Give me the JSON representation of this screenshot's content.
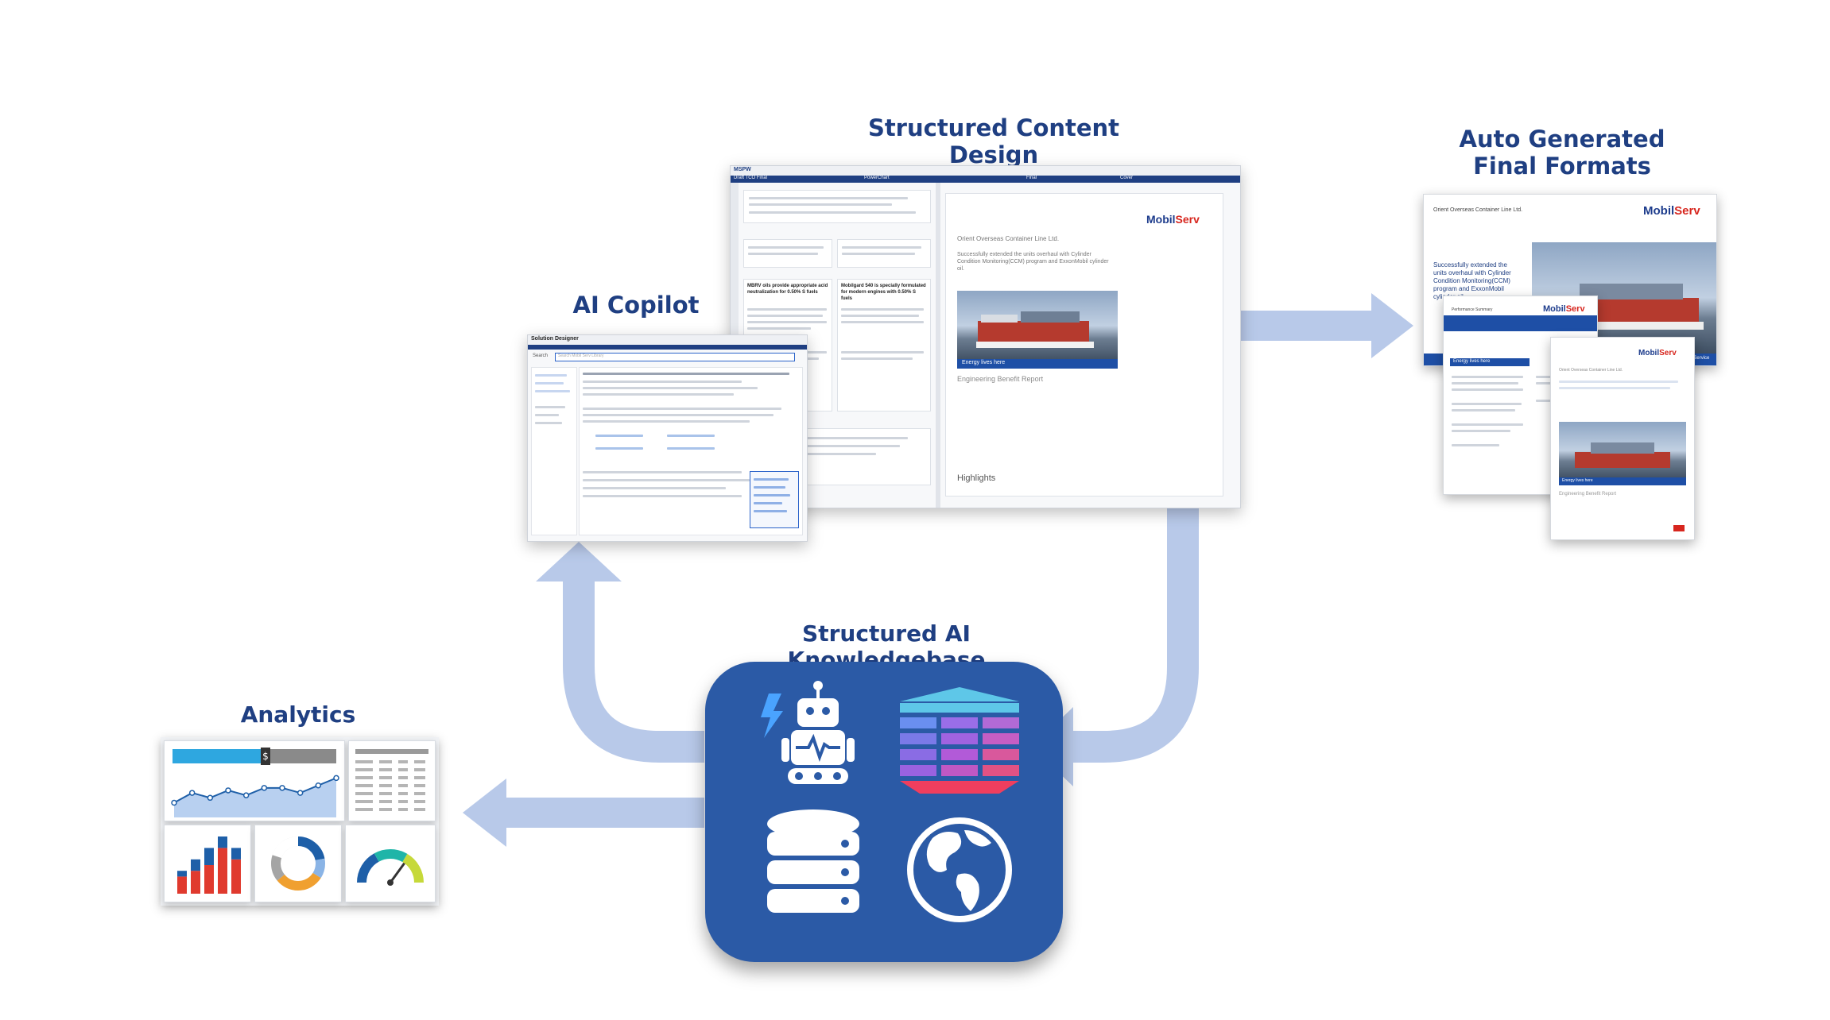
{
  "headings": {
    "structured_content_design": "Structured Content Design",
    "auto_generated_line1": "Auto Generated",
    "auto_generated_line2": "Final Formats",
    "ai_copilot": "AI Copilot",
    "knowledgebase": "Structured AI Knowledgebase",
    "analytics": "Analytics"
  },
  "colors": {
    "heading": "#1f3f82",
    "arrow": "#b8c9e9",
    "kb_box": "#2b5aa6",
    "brand_blue": "#1d3c8c",
    "brand_red": "#d7261e"
  },
  "editor_window": {
    "app_name": "MSPW",
    "tab_left": "Draft  TCO  Final",
    "panel_title": "PowerChart",
    "final_label": "Final",
    "cover_label": "Cover",
    "left_card_1_title": "MBRV oils provide appropriate acid neutralization for 0.50% S fuels",
    "left_card_2_title": "Mobilgard 540 is specially formulated for modern engines with 0.50% S fuels",
    "cover_company": "Orient Overseas Container Line Ltd.",
    "cover_text": "Successfully extended the units overhaul with Cylinder Condition Monitoring(CCM) program and ExxonMobil cylinder oil.",
    "cover_banner": "Energy lives here",
    "cover_report": "Engineering Benefit Report",
    "highlights": "Highlights"
  },
  "copilot_window": {
    "title": "Solution Designer",
    "search_label": "Search",
    "search_placeholder": "Search Mobil Serv Library"
  },
  "final_docs": {
    "company": "Orient Overseas Container Line Ltd.",
    "summary": "Successfully extended the units overhaul with Cylinder Condition Monitoring(CCM) program and ExxonMobil cylinder oil.",
    "banner": "Energy lives here",
    "footer": "Planned Engineering Service",
    "report": "Engineering Benefit Report",
    "perf_summary": "Performance Summary"
  },
  "brand": {
    "mobil": "Mobil",
    "serv": "Serv"
  },
  "analytics": {
    "progress_fraction": 0.57,
    "progress_marker": "$",
    "line_points": [
      2,
      4,
      3,
      4.5,
      3.5,
      5,
      5,
      4,
      5.5,
      7
    ],
    "bars": [
      {
        "red": 3,
        "blue": 1
      },
      {
        "red": 4,
        "blue": 2
      },
      {
        "red": 5,
        "blue": 3
      },
      {
        "red": 8,
        "blue": 2
      },
      {
        "red": 6,
        "blue": 2
      }
    ],
    "donut_segments": [
      {
        "fraction": 0.22,
        "color": "#1e5fa8"
      },
      {
        "fraction": 0.12,
        "color": "#8ab4e6"
      },
      {
        "fraction": 0.3,
        "color": "#f0a030"
      },
      {
        "fraction": 0.16,
        "color": "#a5a5a5"
      },
      {
        "fraction": 0.2,
        "color": "#ffffff"
      }
    ],
    "gauge_fraction": 0.7
  }
}
